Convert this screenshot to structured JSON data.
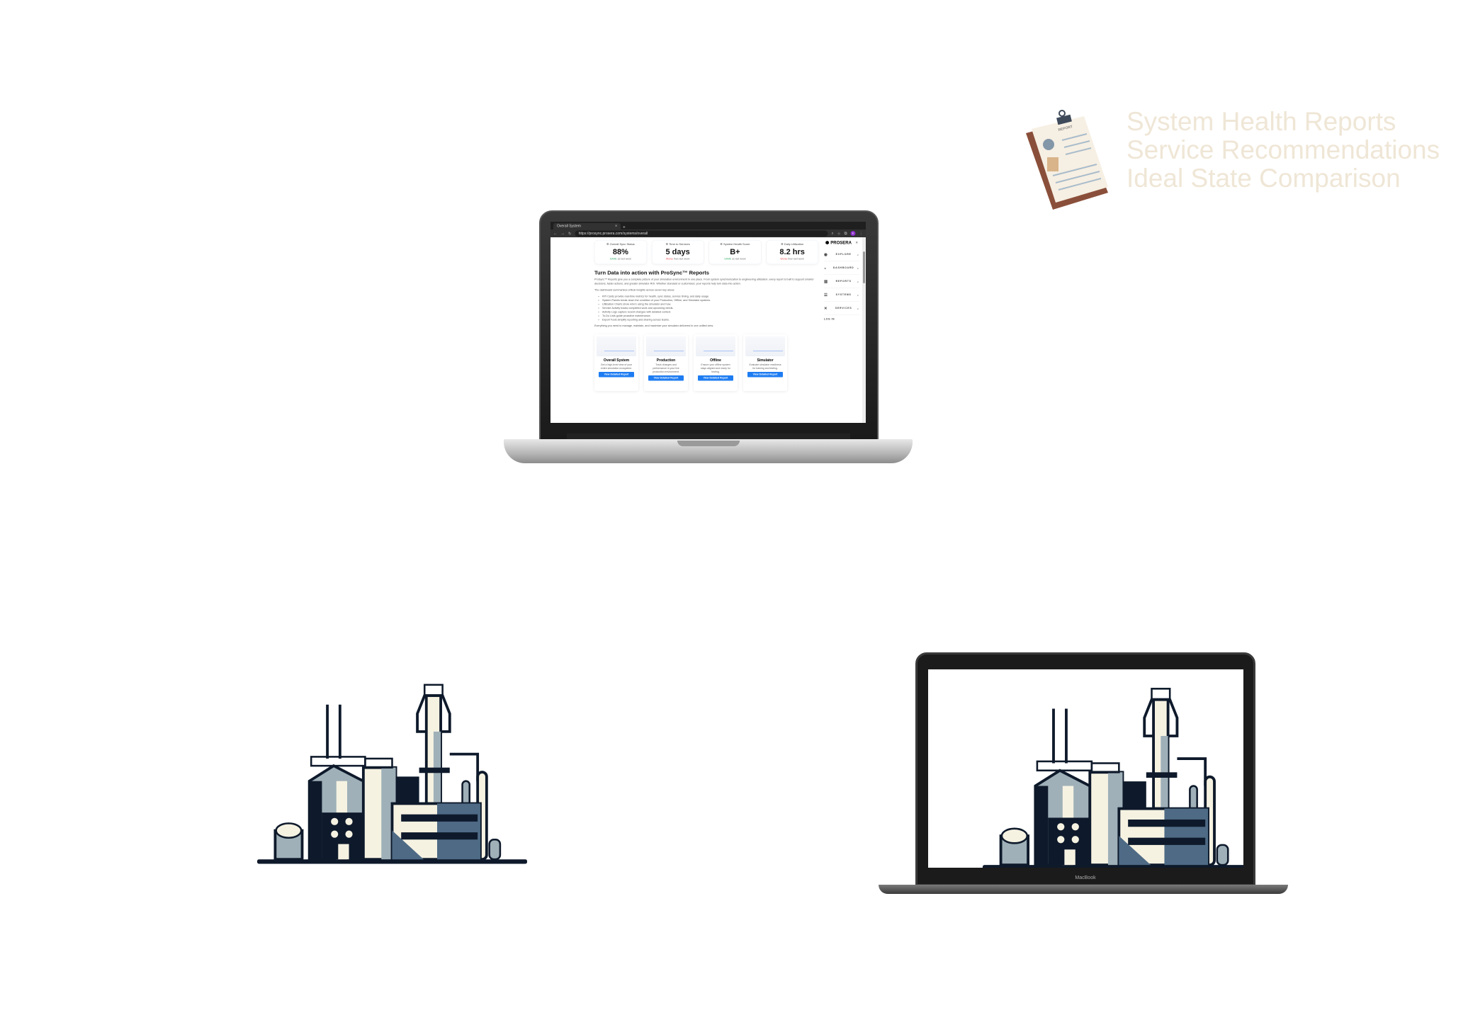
{
  "browser": {
    "tab_title": "Overall System",
    "url": "https://prosync.prosera.com/systems/overall",
    "profile_initial": "E"
  },
  "kpis": [
    {
      "title": "Overall Sync Status",
      "value": "88%",
      "change_word": "SAME",
      "change_rest": "as last week",
      "tone": "good"
    },
    {
      "title": "Time to Services",
      "value": "5 days",
      "change_word": "Worse",
      "change_rest": "than last week",
      "tone": "bad"
    },
    {
      "title": "System Health Score",
      "value": "B+",
      "change_word": "SAME",
      "change_rest": "as last week",
      "tone": "good"
    },
    {
      "title": "Daily Utilization",
      "value": "8.2 hrs",
      "change_word": "Worse",
      "change_rest": "than last week",
      "tone": "bad"
    }
  ],
  "content": {
    "heading": "Turn Data into action with ProSync™ Reports",
    "intro": "ProSync™ Reports give you a complete picture of your simulation environment in one place. From system synchronization to engineering utilization, every report is built to support smarter decisions, faster actions, and greater simulator ROI. Whether standard or customized, your reports help turn data into action.",
    "lead": "The dashboard summarizes critical insights across seven key areas:",
    "bullets": [
      "KPI Cards provide real-time metrics for health, sync status, service timing, and daily usage.",
      "System Panels break down the condition of your Production, Offline, and Simulator systems.",
      "Utilization Charts show who's using the simulator and how.",
      "Service Activity tracks completed work and upcoming needs.",
      "Activity Logs capture recent changes with detailed context.",
      "To-Do Lists guide proactive maintenance.",
      "Export Tools simplify reporting and sharing across teams."
    ],
    "closing": "Everything you need to manage, maintain, and maximize your simulator delivered in one unified view."
  },
  "cards": [
    {
      "name": "Overall System",
      "desc": "Get a high-level view of your entire simulation ecosystem.",
      "button": "View Detailed Report"
    },
    {
      "name": "Production",
      "desc": "Track changes and performance in your live production environment.",
      "button": "View Detailed Report"
    },
    {
      "name": "Offline",
      "desc": "Ensure your offline system stays aligned and ready for testing.",
      "button": "View Detailed Report"
    },
    {
      "name": "Simulator",
      "desc": "Evaluate simulator readiness for training and testing.",
      "button": "View Detailed Report"
    }
  ],
  "sidebar": {
    "brand": "PROSERA",
    "close": "×",
    "items": [
      {
        "label": "EXPLORE",
        "icon": "compass-icon",
        "glyph": "◉"
      },
      {
        "label": "DASHBOARD",
        "icon": "gauge-icon",
        "glyph": "◒"
      },
      {
        "label": "REPORTS",
        "icon": "chart-icon",
        "glyph": "▥"
      },
      {
        "label": "SYSTEMS",
        "icon": "list-icon",
        "glyph": "☰"
      },
      {
        "label": "SERVICES",
        "icon": "tools-icon",
        "glyph": "✕"
      }
    ],
    "login": "LOG IN"
  },
  "features": [
    "System Health Reports",
    "Service Recommendations",
    "Ideal State Comparison"
  ],
  "clipboard_label": "REPORT",
  "laptop_brand": "MacBook",
  "colors": {
    "accent": "#1e7cf2",
    "good": "#3cb371",
    "bad": "#ee5555",
    "feature_text": "#efe6d6",
    "factory_dark": "#0e1a2b"
  }
}
